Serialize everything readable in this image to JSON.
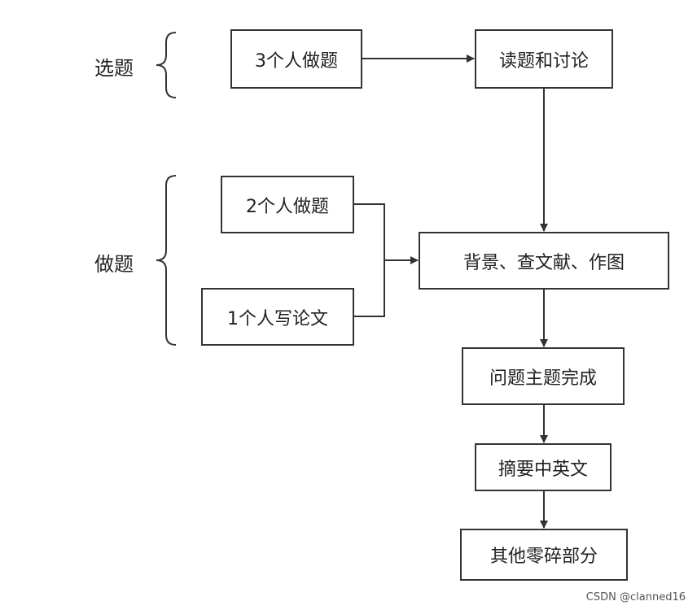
{
  "groups": {
    "select_label": "选题",
    "solve_label": "做题"
  },
  "nodes": {
    "three_solve": "3个人做题",
    "read_discuss": "读题和讨论",
    "two_solve": "2个人做题",
    "one_write": "1个人写论文",
    "background": "背景、查文献、作图",
    "main_done": "问题主题完成",
    "abstract": "摘要中英文",
    "misc": "其他零碎部分"
  },
  "colors": {
    "stroke": "#333333",
    "text": "#222222",
    "background": "#ffffff"
  },
  "watermark": "CSDN @clanned16"
}
